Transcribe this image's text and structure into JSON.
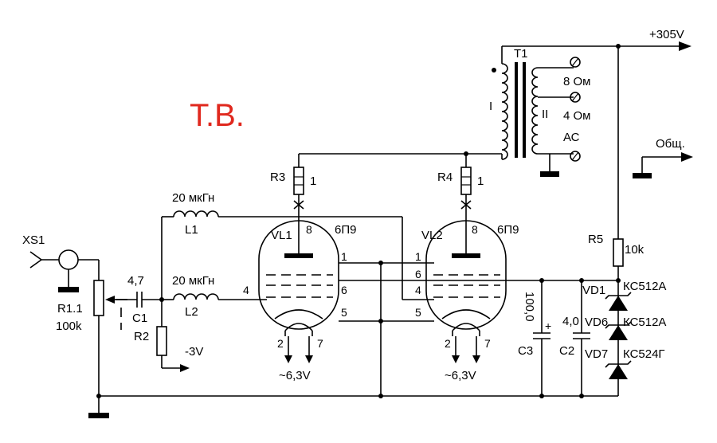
{
  "watermark": "Т.В.",
  "supply": {
    "plus": "+305V",
    "common": "Общ."
  },
  "input": {
    "connector": "XS1",
    "pot": "R1.1",
    "pot_value": "100k"
  },
  "caps": {
    "c1": {
      "name": "C1",
      "value": "4,7"
    },
    "c2": {
      "name": "C2",
      "value": "4,0"
    },
    "c3": {
      "name": "C3",
      "value": "100,0"
    },
    "polarity": "+"
  },
  "resistors": {
    "r2": "R2",
    "r3": {
      "name": "R3",
      "value": "1"
    },
    "r4": {
      "name": "R4",
      "value": "1"
    },
    "r5": {
      "name": "R5",
      "value": "10k"
    }
  },
  "bias": "-3V",
  "chokes": {
    "l1": {
      "name": "L1",
      "value": "20 мкГн"
    },
    "l2": {
      "name": "L2",
      "value": "20 мкГн"
    }
  },
  "tubes": {
    "vl1": {
      "name": "VL1",
      "type": "6П9"
    },
    "vl2": {
      "name": "VL2",
      "type": "6П9"
    },
    "heater": "~6,3V"
  },
  "pins": {
    "p1": "1",
    "p2": "2",
    "p4": "4",
    "p5": "5",
    "p6": "6",
    "p7": "7",
    "p8": "8"
  },
  "transformer": {
    "name": "T1",
    "primary": "I",
    "secondary": "II",
    "tap_8": "8 Ом",
    "tap_4": "4 Ом",
    "output": "АС"
  },
  "zeners": {
    "vd1": {
      "name": "VD1",
      "type": "КС512А"
    },
    "vd6": {
      "name": "VD6",
      "type": "КС512А"
    },
    "vd7": {
      "name": "VD7",
      "type": "КС524Г"
    }
  },
  "colors": {
    "watermark": "#e0281e",
    "ink": "#000000"
  }
}
